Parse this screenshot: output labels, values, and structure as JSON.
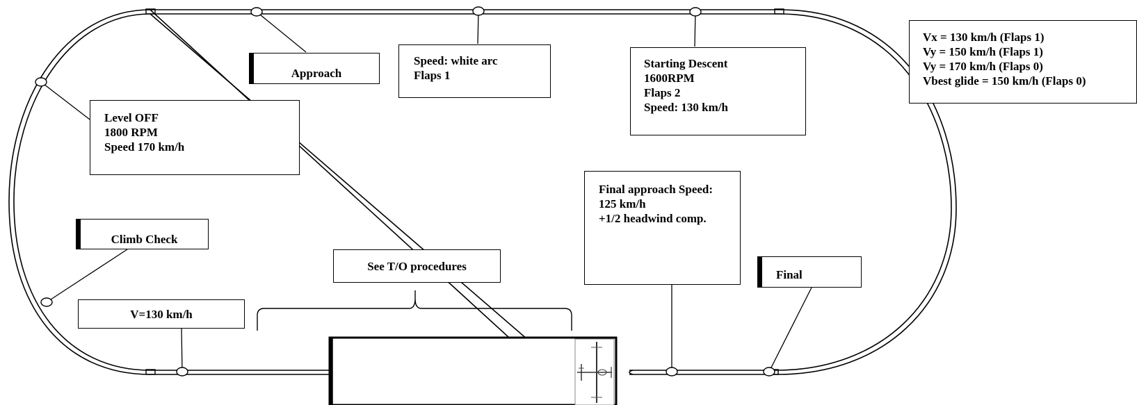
{
  "diagram": {
    "boxes": {
      "approach": [
        "Approach"
      ],
      "speed_white_arc": [
        "Speed: white arc",
        "Flaps 1"
      ],
      "starting_descent": [
        "Starting Descent",
        "1600RPM",
        "Flaps 2",
        "Speed: 130 km/h"
      ],
      "level_off": [
        "Level OFF",
        "1800 RPM",
        "Speed 170 km/h"
      ],
      "climb_check": [
        "Climb Check"
      ],
      "final_approach": [
        "Final approach Speed:",
        "125 km/h",
        "+1/2 headwind comp."
      ],
      "final": [
        "Final"
      ],
      "to_procedures": [
        "See T/O procedures"
      ],
      "v130": [
        "V=130 km/h"
      ],
      "speeds_reference": [
        "Vx = 130 km/h (Flaps 1)",
        "Vy = 150 km/h (Flaps 1)",
        "Vy = 170 km/h (Flaps 0)",
        "Vbest glide = 150 km/h (Flaps 0)"
      ]
    },
    "icons": {
      "runway": "runway-rectangle",
      "airplane": "airplane-top-view",
      "waypoint": "waypoint-circle"
    }
  }
}
